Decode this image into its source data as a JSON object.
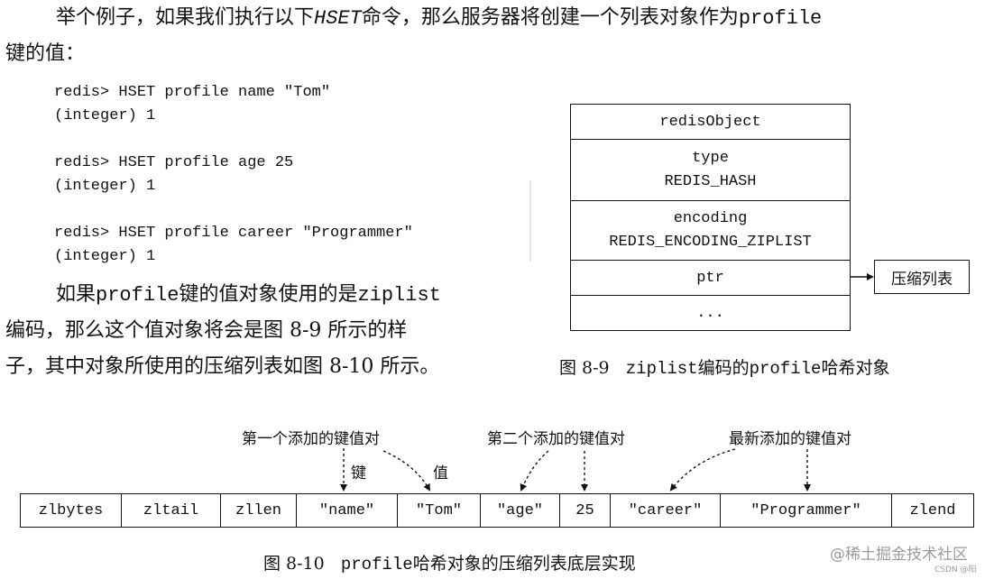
{
  "para1": {
    "line1_a": "举个例子，如果我们执行以下",
    "line1_cmd": "HSET",
    "line1_b": "命令，那么服务器将创建一个列表对象作为",
    "line1_key": "profile",
    "line2": "键的值："
  },
  "code": [
    "redis> HSET profile name \"Tom\"",
    "(integer) 1",
    "",
    "redis> HSET profile age 25",
    "(integer) 1",
    "",
    "redis> HSET profile career \"Programmer\"",
    "(integer) 1"
  ],
  "para2": {
    "line1_a": "如果",
    "line1_key": "profile",
    "line1_b": "键的值对象使用的是",
    "line1_enc": "ziplist",
    "line2": "编码，那么这个值对象将会是图 8-9 所示的样",
    "line3": "子，其中对象所使用的压缩列表如图 8-10 所示。"
  },
  "figure89": {
    "rows": {
      "r0_l1": "redisObject",
      "r1_l1": "type",
      "r1_l2": "REDIS_HASH",
      "r2_l1": "encoding",
      "r2_l2": "REDIS_ENCODING_ZIPLIST",
      "r3_l1": "ptr",
      "r4_l1": "..."
    },
    "ptr_target": "压缩列表",
    "caption_num": "图 8-9",
    "caption_a": "ziplist",
    "caption_b": "编码的",
    "caption_c": "profile",
    "caption_d": "哈希对象"
  },
  "figure810": {
    "cells": [
      "zlbytes",
      "zltail",
      "zllen",
      "\"name\"",
      "\"Tom\"",
      "\"age\"",
      "25",
      "\"career\"",
      "\"Programmer\"",
      "zlend"
    ],
    "anno_first": "第一个添加的键值对",
    "anno_key": "键",
    "anno_value": "值",
    "anno_second": "第二个添加的键值对",
    "anno_latest": "最新添加的键值对",
    "caption_num": "图 8-10",
    "caption_a": "profile",
    "caption_b": "哈希对象的压缩列表底层实现"
  },
  "watermark": {
    "main": "@稀土掘金技术社区",
    "sub": "CSDN @阳"
  }
}
